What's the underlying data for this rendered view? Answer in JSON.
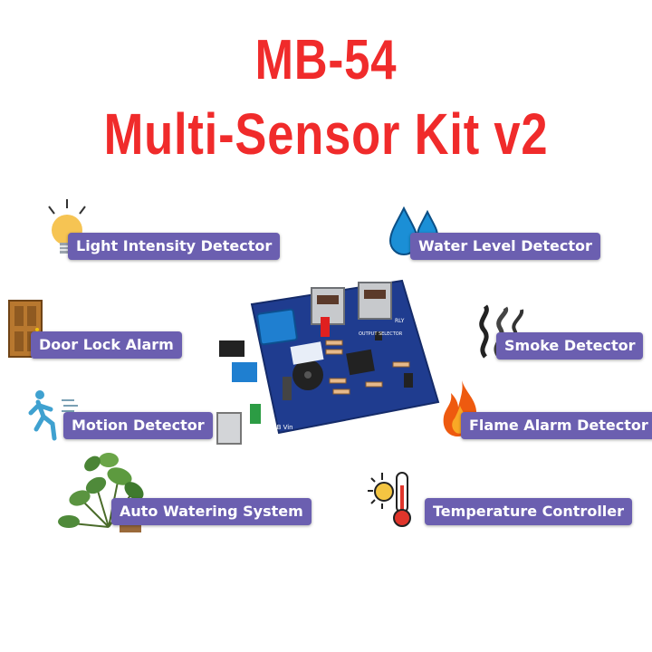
{
  "title": {
    "line1": "MB-54",
    "line2": "Multi-Sensor Kit v2"
  },
  "features": {
    "light": "Light Intensity Detector",
    "water": "Water Level Detector",
    "door": "Door Lock Alarm",
    "smoke": "Smoke Detector",
    "motion": "Motion Detector",
    "flame": "Flame Alarm Detector",
    "watering": "Auto Watering System",
    "temperature": "Temperature Controller"
  },
  "board": {
    "port_label": "USB Vin",
    "selector_label": "OUTPUT SELECTOR",
    "relay_label": "RLY"
  },
  "icons": [
    "light-bulb-icon",
    "water-drops-icon",
    "door-icon",
    "smoke-icon",
    "running-person-icon",
    "flame-icon",
    "potted-plant-icon",
    "thermometer-sun-icon"
  ],
  "colors": {
    "title": "#f02b2b",
    "label_bg": "#6b5fb0",
    "label_text": "#ffffff",
    "board": "#1f3c8f"
  }
}
